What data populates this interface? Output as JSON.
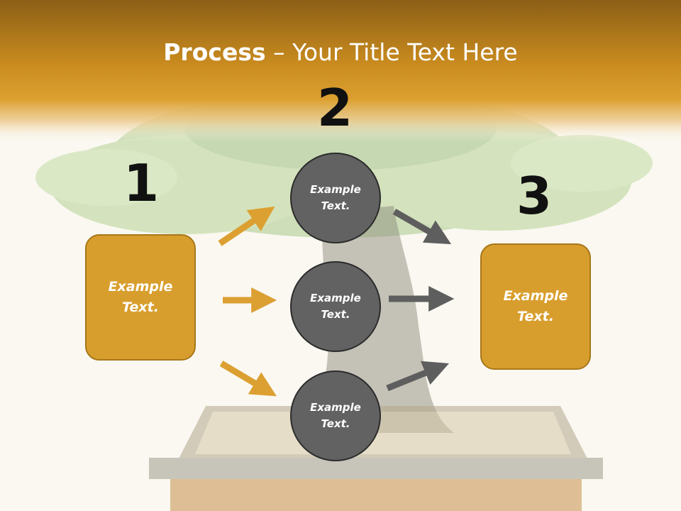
{
  "title": {
    "bold": "Process",
    "rest": " – Your Title Text Here"
  },
  "steps": {
    "one": "1",
    "two": "2",
    "three": "3"
  },
  "left_box": {
    "line1": "Example",
    "line2": "Text."
  },
  "right_box": {
    "line1": "Example",
    "line2": "Text."
  },
  "circles": [
    {
      "line1": "Example",
      "line2": "Text."
    },
    {
      "line1": "Example",
      "line2": "Text."
    },
    {
      "line1": "Example",
      "line2": "Text."
    }
  ],
  "colors": {
    "accent": "#d89e2d",
    "header": "#c68a1e",
    "circle": "#626262",
    "arrow_orange": "#dca032",
    "arrow_gray": "#5e5e5e"
  }
}
